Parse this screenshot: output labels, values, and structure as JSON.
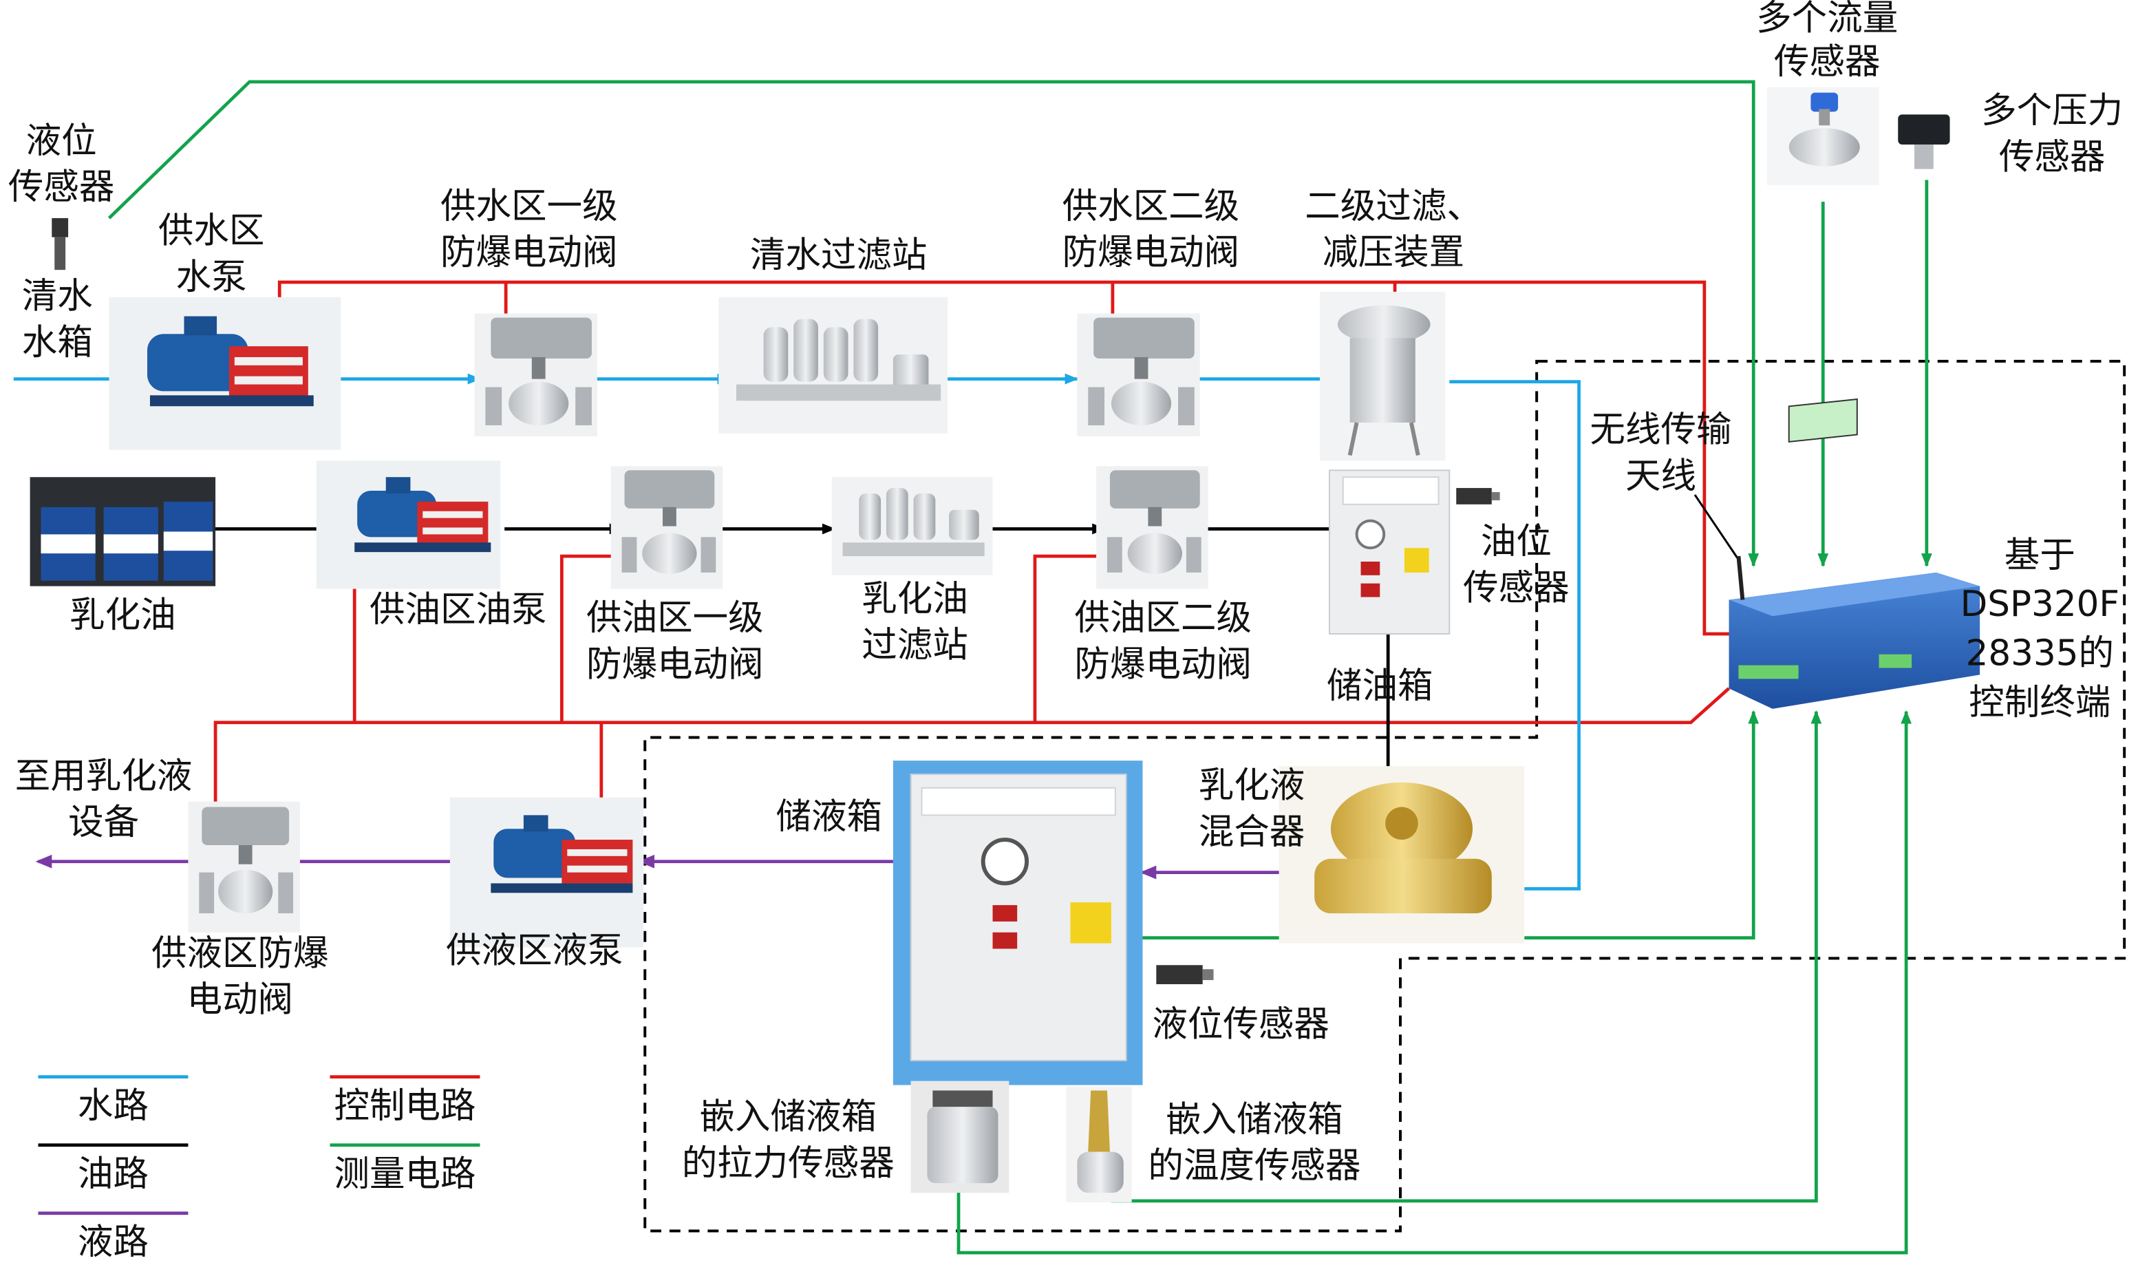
{
  "labels": {
    "level_sensor_top": [
      "液位",
      "传感器"
    ],
    "clear_water_tank": [
      "清水",
      "水箱"
    ],
    "water_pump": [
      "供水区",
      "水泵"
    ],
    "water_valve1": [
      "供水区一级",
      "防爆电动阀"
    ],
    "water_filter": "清水过滤站",
    "water_valve2": [
      "供水区二级",
      "防爆电动阀"
    ],
    "filter_reducer": [
      "二级过滤、",
      "减压装置"
    ],
    "flow_sensors": [
      "多个流量",
      "传感器"
    ],
    "pressure_sensors": [
      "多个压力",
      "传感器"
    ],
    "antenna": [
      "无线传输",
      "天线"
    ],
    "controller": [
      "基于",
      "DSP320F",
      "28335的",
      "控制终端"
    ],
    "emulsion_oil": "乳化油",
    "oil_pump": "供油区油泵",
    "oil_valve1": [
      "供油区一级",
      "防爆电动阀"
    ],
    "oil_filter": [
      "乳化油",
      "过滤站"
    ],
    "oil_valve2": [
      "供油区二级",
      "防爆电动阀"
    ],
    "oil_tank": "储油箱",
    "oil_level_sensor": [
      "油位",
      "传感器"
    ],
    "to_equipment": [
      "至用乳化液",
      "设备"
    ],
    "liquid_valve": [
      "供液区防爆",
      "电动阀"
    ],
    "liquid_pump": "供液区液泵",
    "liquid_tank": "储液箱",
    "mixer": [
      "乳化液",
      "混合器"
    ],
    "liquid_level_sensor": "液位传感器",
    "tension_sensor": [
      "嵌入储液箱",
      "的拉力传感器"
    ],
    "temp_sensor": [
      "嵌入储液箱",
      "的温度传感器"
    ]
  },
  "legend": [
    {
      "label": "水路",
      "color": "#1ea7e6"
    },
    {
      "label": "油路",
      "color": "#000000"
    },
    {
      "label": "液路",
      "color": "#7a3aa6"
    },
    {
      "label": "控制电路",
      "color": "#e01818"
    },
    {
      "label": "测量电路",
      "color": "#12a34b"
    }
  ],
  "colors": {
    "water": "#1ea7e6",
    "oil": "#000000",
    "liquid": "#7a3aa6",
    "control": "#e01818",
    "measure": "#12a34b"
  }
}
